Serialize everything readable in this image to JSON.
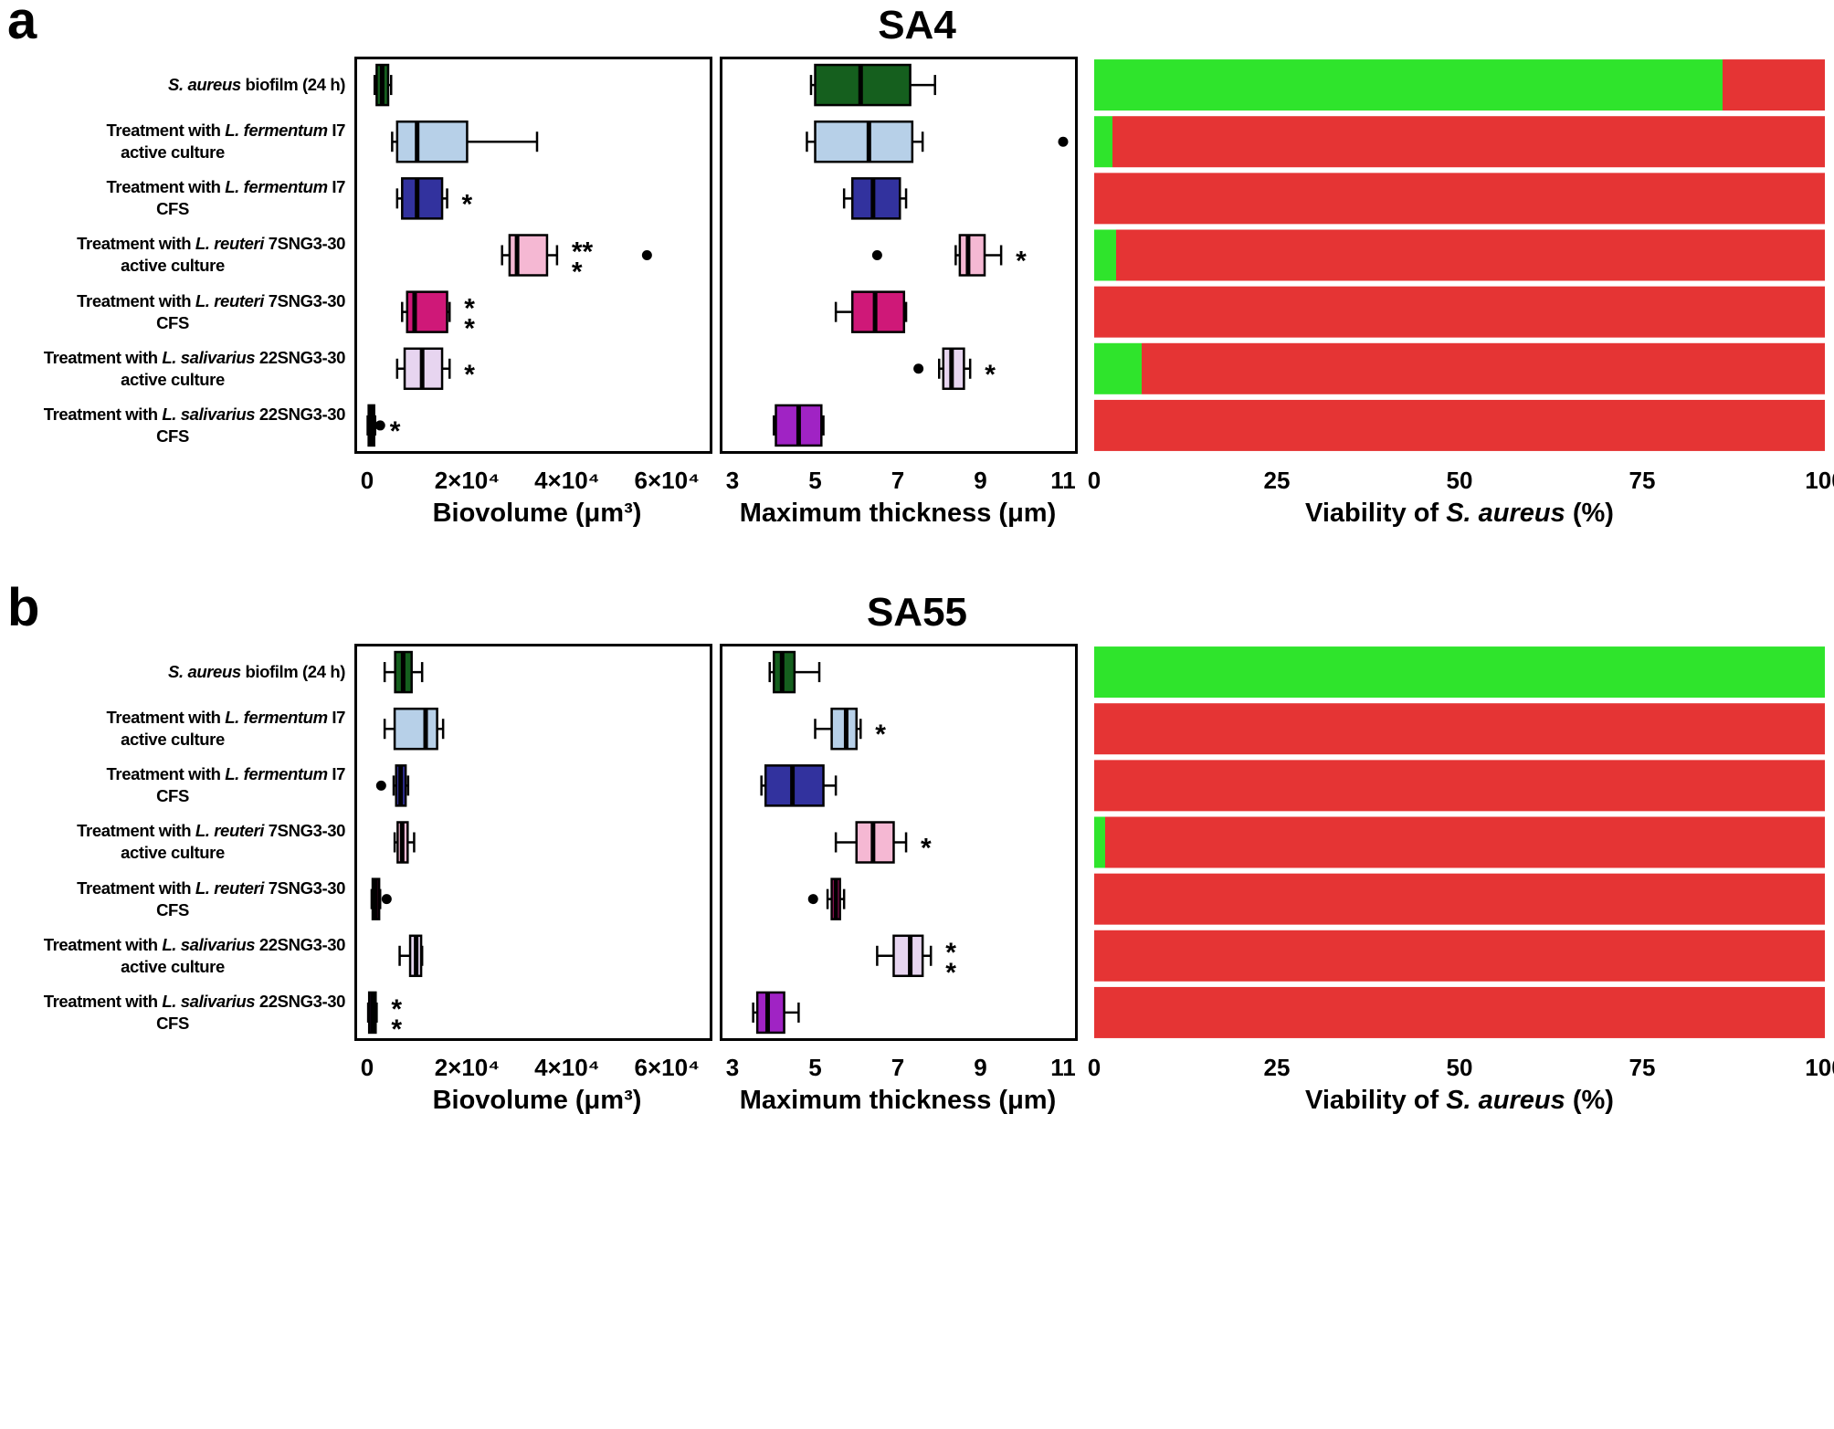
{
  "panels": [
    {
      "letter": "a",
      "title": "SA4"
    },
    {
      "letter": "b",
      "title": "SA55"
    }
  ],
  "treatments": [
    {
      "label": "S. aureus biofilm (24 h)",
      "line1": [
        [
          "S. aureus",
          true
        ],
        [
          " biofilm (24 h)",
          false
        ]
      ],
      "line2": "",
      "color": "#155f1e"
    },
    {
      "label": "Treatment with L. fermentum I7 active culture",
      "line1": [
        [
          "Treatment with ",
          false
        ],
        [
          "L. fermentum",
          true
        ],
        [
          " I7",
          false
        ]
      ],
      "line2": "active culture",
      "color": "#b7d0e8"
    },
    {
      "label": "Treatment with L. fermentum I7 CFS",
      "line1": [
        [
          "Treatment with ",
          false
        ],
        [
          "L. fermentum",
          true
        ],
        [
          " I7",
          false
        ]
      ],
      "line2": "CFS",
      "color": "#32329e"
    },
    {
      "label": "Treatment with L. reuteri 7SNG3-30 active culture",
      "line1": [
        [
          "Treatment with ",
          false
        ],
        [
          "L. reuteri",
          true
        ],
        [
          " 7SNG3-30",
          false
        ]
      ],
      "line2": "active culture",
      "color": "#f5b8d3"
    },
    {
      "label": "Treatment with L. reuteri 7SNG3-30 CFS",
      "line1": [
        [
          "Treatment with ",
          false
        ],
        [
          "L. reuteri",
          true
        ],
        [
          " 7SNG3-30",
          false
        ]
      ],
      "line2": "CFS",
      "color": "#cf1878"
    },
    {
      "label": "Treatment with L. salivarius 22SNG3-30 active culture",
      "line1": [
        [
          "Treatment with ",
          false
        ],
        [
          "L. salivarius",
          true
        ],
        [
          " 22SNG3-30",
          false
        ]
      ],
      "line2": "active culture",
      "color": "#e7d5f0"
    },
    {
      "label": "Treatment with L. salivarius 22SNG3-30 CFS",
      "line1": [
        [
          "Treatment with ",
          false
        ],
        [
          "L. salivarius",
          true
        ],
        [
          " 22SNG3-30",
          false
        ]
      ],
      "line2": "CFS",
      "color": "#a023c4"
    }
  ],
  "chart_data": [
    {
      "panel": "SA4",
      "type": "boxplot",
      "xlabel": "Biovolume (μm³)",
      "xlim": [
        0,
        68000
      ],
      "ticks": [
        0,
        20000,
        40000,
        60000
      ],
      "tick_labels": [
        "0",
        "2×10⁴",
        "4×10⁴",
        "6×10⁴"
      ],
      "rows": [
        {
          "low": 1500,
          "q1": 1900,
          "median": 3000,
          "q3": 4200,
          "high": 4800,
          "outliers": [],
          "sig": ""
        },
        {
          "low": 5000,
          "q1": 6000,
          "median": 10000,
          "q3": 20000,
          "high": 34000,
          "outliers": [],
          "sig": ""
        },
        {
          "low": 6000,
          "q1": 7000,
          "median": 10000,
          "q3": 15000,
          "high": 16000,
          "outliers": [],
          "sig": "*"
        },
        {
          "low": 27000,
          "q1": 28500,
          "median": 30000,
          "q3": 36000,
          "high": 38000,
          "outliers": [
            56000
          ],
          "sig": "***"
        },
        {
          "low": 7000,
          "q1": 8000,
          "median": 9500,
          "q3": 16000,
          "high": 16500,
          "outliers": [],
          "sig": "**"
        },
        {
          "low": 6000,
          "q1": 7500,
          "median": 11000,
          "q3": 15000,
          "high": 16500,
          "outliers": [],
          "sig": "*"
        },
        {
          "low": 100,
          "q1": 300,
          "median": 800,
          "q3": 1400,
          "high": 1600,
          "outliers": [
            2600
          ],
          "sig": "*"
        }
      ]
    },
    {
      "panel": "SA4",
      "type": "boxplot",
      "xlabel": "Maximum thickness (μm)",
      "xlim": [
        3,
        11
      ],
      "ticks": [
        3,
        5,
        7,
        9,
        11
      ],
      "tick_labels": [
        "3",
        "5",
        "7",
        "9",
        "11"
      ],
      "rows": [
        {
          "low": 4.9,
          "q1": 5.0,
          "median": 6.1,
          "q3": 7.3,
          "high": 7.9,
          "outliers": [],
          "sig": ""
        },
        {
          "low": 4.8,
          "q1": 5.0,
          "median": 6.3,
          "q3": 7.35,
          "high": 7.6,
          "outliers": [
            11
          ],
          "sig": ""
        },
        {
          "low": 5.7,
          "q1": 5.9,
          "median": 6.4,
          "q3": 7.05,
          "high": 7.2,
          "outliers": [],
          "sig": ""
        },
        {
          "low": 8.4,
          "q1": 8.5,
          "median": 8.7,
          "q3": 9.1,
          "high": 9.5,
          "outliers": [
            6.5
          ],
          "sig": "*"
        },
        {
          "low": 5.5,
          "q1": 5.9,
          "median": 6.45,
          "q3": 7.15,
          "high": 7.2,
          "outliers": [],
          "sig": ""
        },
        {
          "low": 8.0,
          "q1": 8.1,
          "median": 8.3,
          "q3": 8.6,
          "high": 8.75,
          "outliers": [
            7.5
          ],
          "sig": "*"
        },
        {
          "low": 4.0,
          "q1": 4.05,
          "median": 4.6,
          "q3": 5.15,
          "high": 5.2,
          "outliers": [],
          "sig": ""
        }
      ]
    },
    {
      "panel": "SA4",
      "type": "stacked_bar",
      "xlabel": "Viability of S. aureus (%)",
      "xlabel_parts": [
        [
          "Viability of ",
          false
        ],
        [
          "S. aureus",
          true
        ],
        [
          " (%)",
          false
        ]
      ],
      "xlim": [
        0,
        100
      ],
      "ticks": [
        0,
        25,
        50,
        75,
        100
      ],
      "tick_labels": [
        "0",
        "25",
        "50",
        "75",
        "100"
      ],
      "colors": {
        "green": "#2fe42c",
        "red": "#e53434"
      },
      "rows": [
        {
          "green": 86,
          "red": 14
        },
        {
          "green": 2.5,
          "red": 97.5
        },
        {
          "green": 0,
          "red": 100
        },
        {
          "green": 3,
          "red": 97
        },
        {
          "green": 0,
          "red": 100
        },
        {
          "green": 6.5,
          "red": 93.5
        },
        {
          "green": 0,
          "red": 100
        }
      ]
    },
    {
      "panel": "SA55",
      "type": "boxplot",
      "xlabel": "Biovolume (μm³)",
      "xlim": [
        0,
        68000
      ],
      "ticks": [
        0,
        20000,
        40000,
        60000
      ],
      "tick_labels": [
        "0",
        "2×10⁴",
        "4×10⁴",
        "6×10⁴"
      ],
      "rows": [
        {
          "low": 3500,
          "q1": 5600,
          "median": 7200,
          "q3": 8900,
          "high": 11000,
          "outliers": [],
          "sig": ""
        },
        {
          "low": 3500,
          "q1": 5500,
          "median": 11700,
          "q3": 14000,
          "high": 15200,
          "outliers": [],
          "sig": ""
        },
        {
          "low": 5300,
          "q1": 5800,
          "median": 6700,
          "q3": 7700,
          "high": 8200,
          "outliers": [
            2800
          ],
          "sig": ""
        },
        {
          "low": 5500,
          "q1": 6100,
          "median": 7000,
          "q3": 8100,
          "high": 9400,
          "outliers": [],
          "sig": ""
        },
        {
          "low": 900,
          "q1": 1100,
          "median": 1700,
          "q3": 2400,
          "high": 2600,
          "outliers": [
            3900
          ],
          "sig": ""
        },
        {
          "low": 6500,
          "q1": 8600,
          "median": 9800,
          "q3": 10800,
          "high": 11000,
          "outliers": [],
          "sig": ""
        },
        {
          "low": 200,
          "q1": 400,
          "median": 1100,
          "q3": 1700,
          "high": 1900,
          "outliers": [],
          "sig": "**"
        }
      ]
    },
    {
      "panel": "SA55",
      "type": "boxplot",
      "xlabel": "Maximum thickness (μm)",
      "xlim": [
        3,
        11
      ],
      "ticks": [
        3,
        5,
        7,
        9,
        11
      ],
      "tick_labels": [
        "3",
        "5",
        "7",
        "9",
        "11"
      ],
      "rows": [
        {
          "low": 3.9,
          "q1": 4.0,
          "median": 4.2,
          "q3": 4.5,
          "high": 5.1,
          "outliers": [],
          "sig": ""
        },
        {
          "low": 5.0,
          "q1": 5.4,
          "median": 5.75,
          "q3": 6.0,
          "high": 6.1,
          "outliers": [],
          "sig": "*"
        },
        {
          "low": 3.7,
          "q1": 3.8,
          "median": 4.45,
          "q3": 5.2,
          "high": 5.5,
          "outliers": [],
          "sig": ""
        },
        {
          "low": 5.5,
          "q1": 6.0,
          "median": 6.4,
          "q3": 6.9,
          "high": 7.2,
          "outliers": [],
          "sig": "*"
        },
        {
          "low": 5.3,
          "q1": 5.4,
          "median": 5.5,
          "q3": 5.6,
          "high": 5.7,
          "outliers": [
            4.95
          ],
          "sig": ""
        },
        {
          "low": 6.5,
          "q1": 6.9,
          "median": 7.3,
          "q3": 7.6,
          "high": 7.8,
          "outliers": [],
          "sig": "**"
        },
        {
          "low": 3.5,
          "q1": 3.6,
          "median": 3.85,
          "q3": 4.25,
          "high": 4.6,
          "outliers": [],
          "sig": ""
        }
      ]
    },
    {
      "panel": "SA55",
      "type": "stacked_bar",
      "xlabel": "Viability of S. aureus (%)",
      "xlabel_parts": [
        [
          "Viability of ",
          false
        ],
        [
          "S. aureus",
          true
        ],
        [
          " (%)",
          false
        ]
      ],
      "xlim": [
        0,
        100
      ],
      "ticks": [
        0,
        25,
        50,
        75,
        100
      ],
      "tick_labels": [
        "0",
        "25",
        "50",
        "75",
        "100"
      ],
      "colors": {
        "green": "#2fe42c",
        "red": "#e53434"
      },
      "rows": [
        {
          "green": 100,
          "red": 0
        },
        {
          "green": 0,
          "red": 100
        },
        {
          "green": 0,
          "red": 100
        },
        {
          "green": 1.5,
          "red": 98.5
        },
        {
          "green": 0,
          "red": 100
        },
        {
          "green": 0,
          "red": 100
        },
        {
          "green": 0,
          "red": 100
        }
      ]
    }
  ]
}
